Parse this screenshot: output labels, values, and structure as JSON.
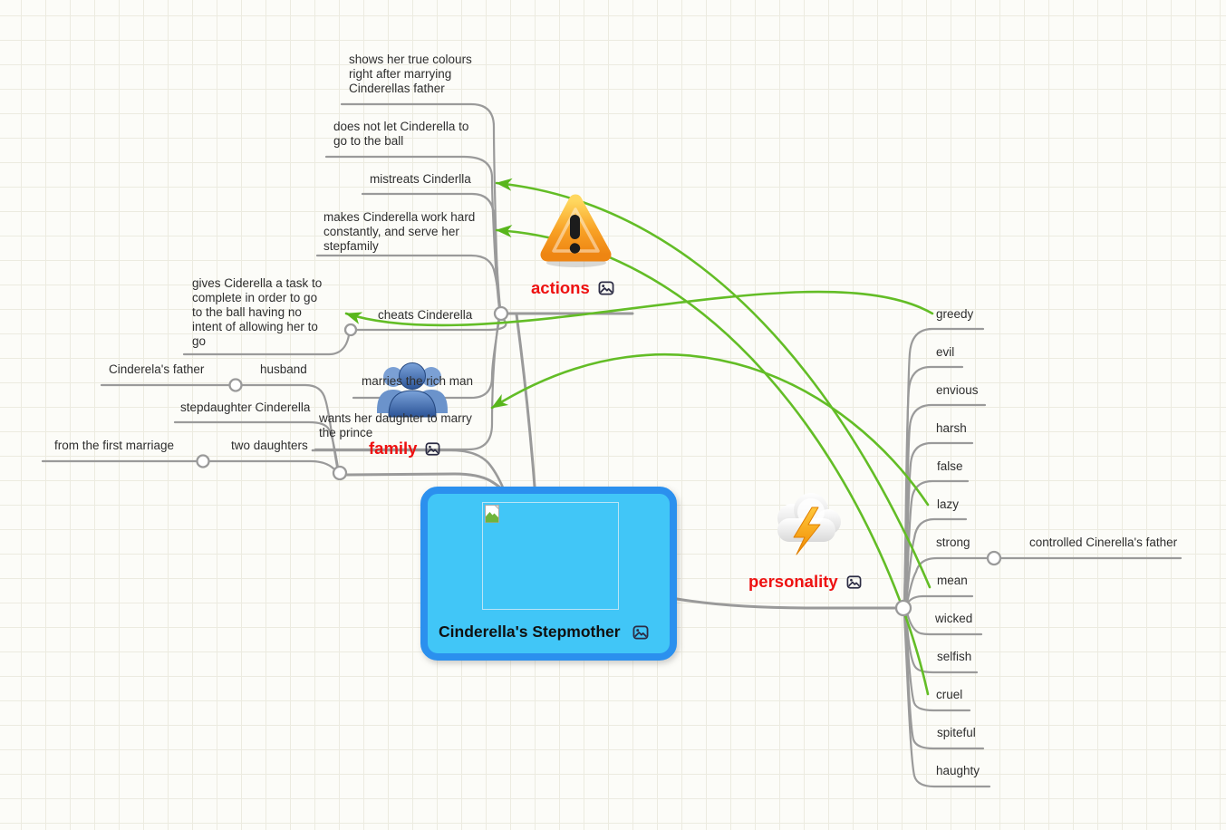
{
  "root": {
    "label": "Cinderella's Stepmother"
  },
  "branches": {
    "actions": {
      "label": "actions",
      "children": [
        {
          "label": "shows her true colours\nright after marrying\nCinderellas father"
        },
        {
          "label": "does not let Cinderella to\ngo to the ball"
        },
        {
          "label": "mistreats Cinderlla"
        },
        {
          "label": "makes Cinderella work hard\nconstantly, and serve her\nstepfamily"
        },
        {
          "label": "cheats Cinderella",
          "children": [
            {
              "label": "gives Ciderella a task to\ncomplete in order to go\nto the ball having no\nintent of allowing her to\ngo"
            }
          ]
        },
        {
          "label": "marries the rich man"
        },
        {
          "label": "wants her daughter to marry\nthe prince"
        }
      ]
    },
    "family": {
      "label": "family",
      "children": [
        {
          "label": "husband",
          "children": [
            {
              "label": "Cinderela's father"
            }
          ]
        },
        {
          "label": "stepdaughter Cinderella"
        },
        {
          "label": "two daughters",
          "children": [
            {
              "label": "from the first marriage"
            }
          ]
        }
      ]
    },
    "personality": {
      "label": "personality",
      "children": [
        {
          "label": "greedy"
        },
        {
          "label": "evil"
        },
        {
          "label": "envious"
        },
        {
          "label": "harsh"
        },
        {
          "label": "false"
        },
        {
          "label": "lazy"
        },
        {
          "label": "strong",
          "children": [
            {
              "label": "controlled Cinerella's father"
            }
          ]
        },
        {
          "label": "mean"
        },
        {
          "label": "wicked"
        },
        {
          "label": "selfish"
        },
        {
          "label": "cruel"
        },
        {
          "label": "spiteful"
        },
        {
          "label": "haughty"
        }
      ]
    }
  },
  "connections": [
    {
      "from": "greedy",
      "to": "cheats Cinderella"
    },
    {
      "from": "mean",
      "to": "mistreats Cinderlla"
    },
    {
      "from": "cruel",
      "to": "makes Cinderella work hard constantly, and serve her stepfamily"
    },
    {
      "from": "lazy",
      "to": "wants her daughter to marry the prince"
    }
  ],
  "icons": {
    "actions": "warning-triangle-icon",
    "family": "people-group-icon",
    "personality": "storm-cloud-lightning-icon",
    "attachment": "image-icon",
    "central_photo": "broken-image-icon"
  },
  "colors": {
    "branch_label": "#ee1111",
    "connection_green": "#63bd26",
    "branch_line": "#9a9a9a",
    "central_border": "#2b90ee",
    "central_fill": "#41c6f7"
  }
}
